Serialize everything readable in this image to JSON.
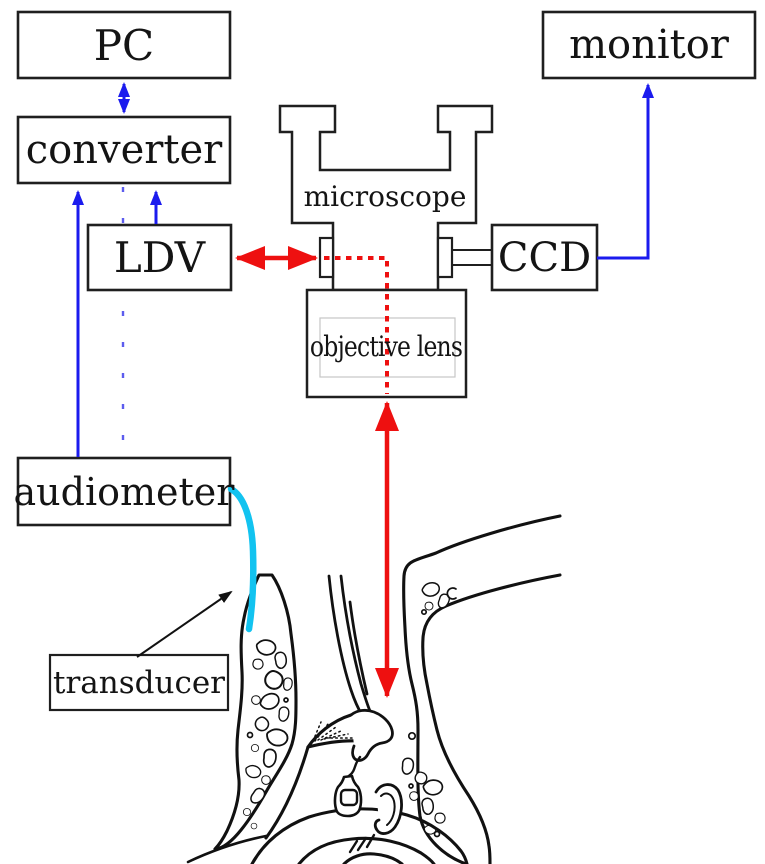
{
  "figure": {
    "title": "measurement setup diagram",
    "nodes": {
      "pc": {
        "label": "PC"
      },
      "converter": {
        "label": "converter"
      },
      "ldv": {
        "label": "LDV"
      },
      "audiometer": {
        "label": "audiometer"
      },
      "transducer": {
        "label": "transducer"
      },
      "microscope": {
        "label": "microscope"
      },
      "objective_lens": {
        "label": "objective lens"
      },
      "ccd": {
        "label": "CCD"
      },
      "monitor": {
        "label": "monitor"
      }
    },
    "connections": [
      {
        "from": "pc",
        "to": "converter",
        "style": "double-arrow",
        "color": "#1b1bee"
      },
      {
        "from": "ldv",
        "to": "converter",
        "style": "arrow",
        "color": "#1b1bee"
      },
      {
        "from": "audiometer",
        "to": "converter",
        "style": "arrow",
        "color": "#1b1bee"
      },
      {
        "from": "audiometer",
        "to": "converter",
        "style": "hidden-dashed-line",
        "color": "#1b1bee"
      },
      {
        "from": "ccd",
        "to": "monitor",
        "style": "arrow",
        "color": "#1b1bee"
      },
      {
        "from": "ldv",
        "to": "microscope-side-port",
        "style": "double-arrow",
        "color": "#ee1010"
      },
      {
        "from": "microscope-side-port",
        "to": "objective-lens",
        "style": "dashed-beam",
        "color": "#ee1010"
      },
      {
        "from": "objective-lens",
        "to": "middle-ear",
        "style": "double-arrow",
        "color": "#ee1010"
      },
      {
        "from": "audiometer",
        "to": "ear-canal",
        "style": "sound-tube",
        "color": "#12c3f0"
      },
      {
        "from": "transducer",
        "to": "sound-tube-tip",
        "style": "pointer-arrow",
        "color": "#111111"
      }
    ],
    "colors": {
      "signal_blue": "#1b1bee",
      "laser_red": "#ee1010",
      "tube_cyan": "#12c3f0",
      "line_black": "#111111",
      "background": "#ffffff"
    }
  }
}
